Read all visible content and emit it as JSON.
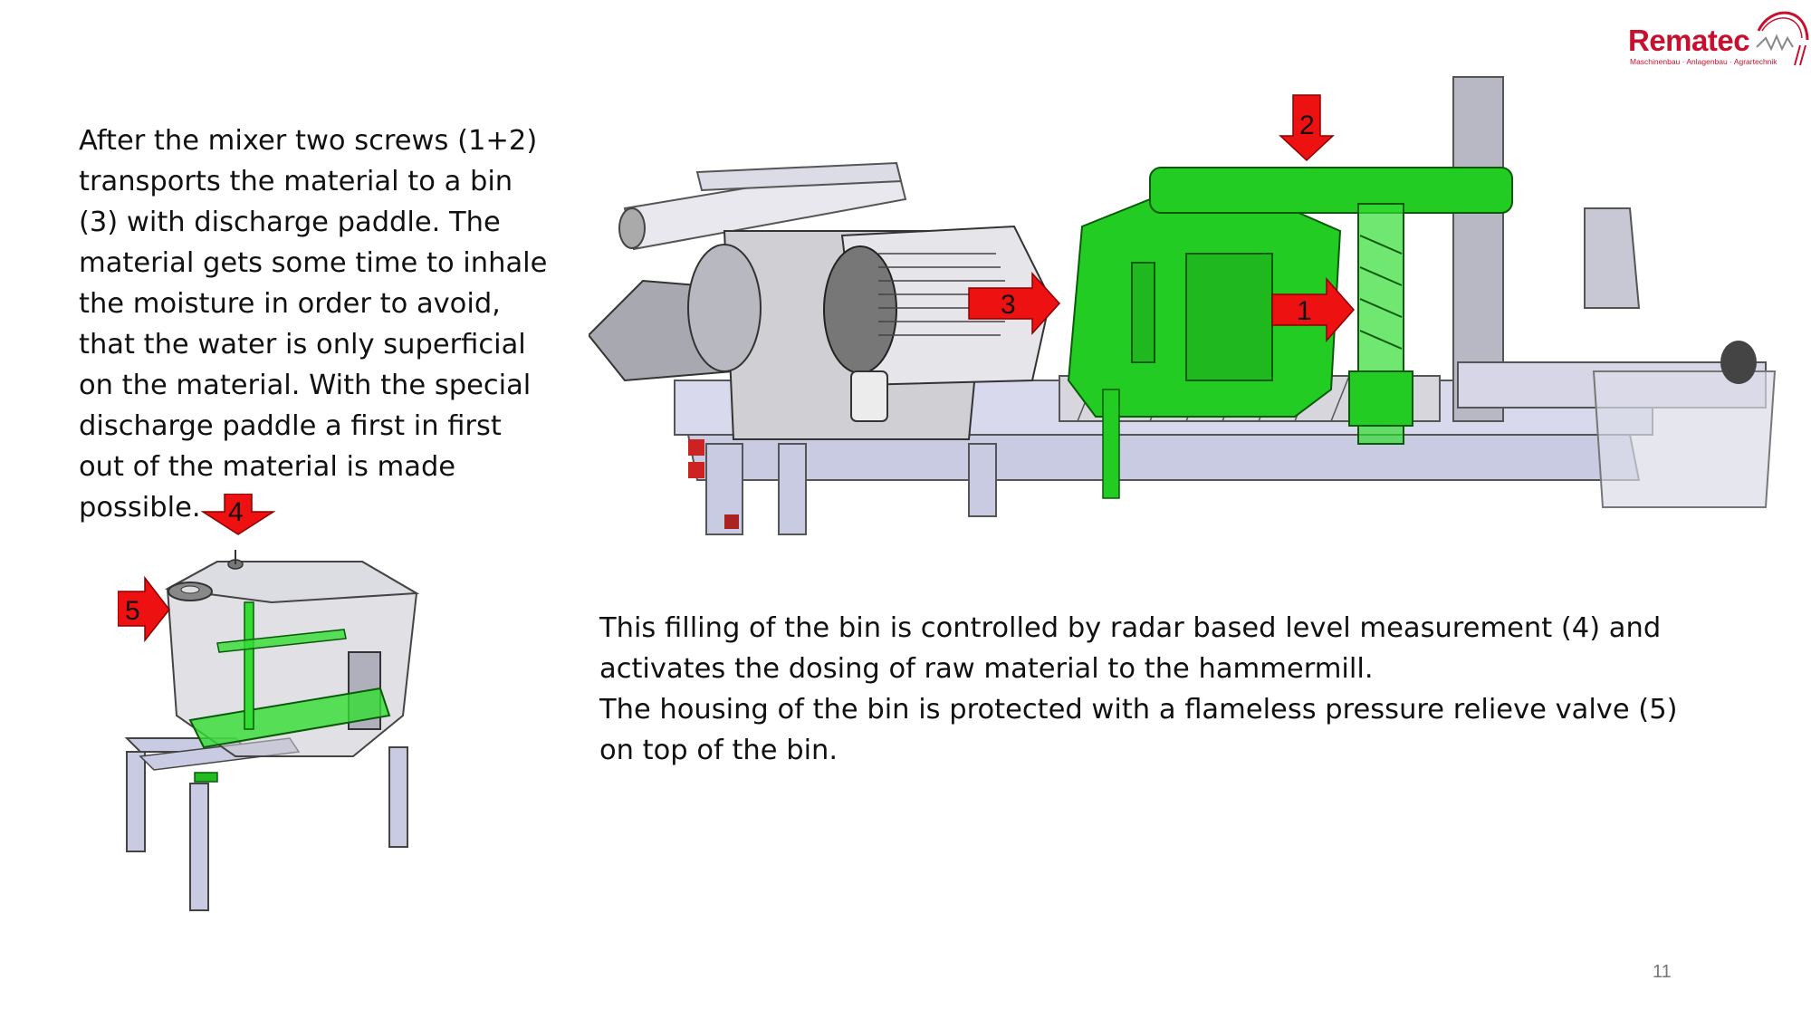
{
  "logo": {
    "name": "Rematec",
    "tagline": "Maschinenbau · Anlagenbau · Agrartechnik"
  },
  "intro_text": "After the mixer two screws (1+2)\ntransports the material to a bin\n(3) with discharge paddle. The\nmaterial gets some time to inhale\nthe moisture in order to avoid,\nthat the water is only superficial\non the material. With the special\ndischarge paddle a first in first\nout of the material is made\npossible.",
  "description": {
    "line1": "This filling of the bin is controlled by radar based level measurement (4) and activates the dosing of raw material to the hammermill.",
    "line2": "The housing of the bin is protected with a flameless pressure relieve valve (5) on top of the bin."
  },
  "markers": {
    "m1": "1",
    "m2": "2",
    "m3": "3",
    "m4": "4",
    "m5": "5"
  },
  "page_number": "11",
  "colors": {
    "brand_red": "#c8102e",
    "marker_red": "#ee1111",
    "highlight_green": "#22cc22",
    "frame_lavender": "#c9cbe3"
  }
}
